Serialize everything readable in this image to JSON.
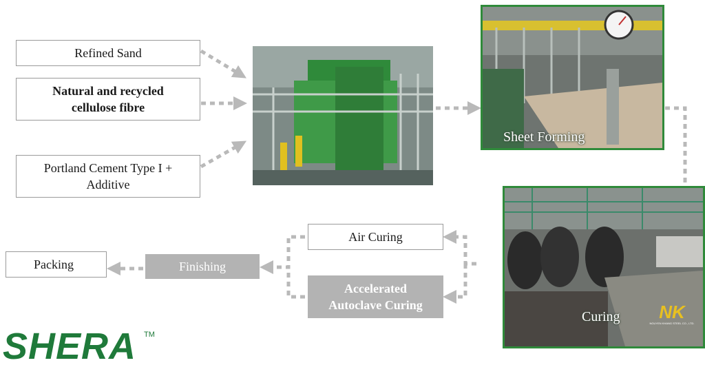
{
  "inputs": {
    "refined_sand": "Refined Sand",
    "cellulose_fibre": "Natural and recycled cellulose fibre",
    "portland_cement": "Portland Cement  Type I + Additive"
  },
  "stages": {
    "sheet_forming": "Sheet Forming",
    "curing": "Curing",
    "air_curing": "Air Curing",
    "autoclave_curing": "Accelerated Autoclave Curing",
    "finishing": "Finishing",
    "packing": "Packing"
  },
  "watermark": {
    "brand": "NK",
    "company": "NGUYEN KHANG STEEL CO., LTD."
  },
  "logo": {
    "name": "SHERA",
    "trademark": "TM"
  }
}
